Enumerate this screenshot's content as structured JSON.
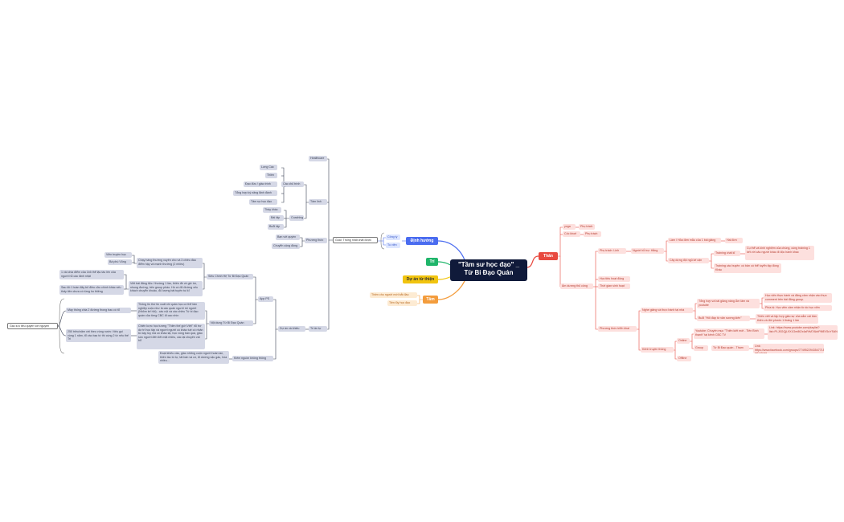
{
  "title": "\"Tầm sư học đạo\" _ Từ Bi Đạo Quán",
  "colors": {
    "root": "#101a3a",
    "than": "#e8493f",
    "dinh_huong": "#4a6cf0",
    "tri": "#1fb56a",
    "du_an": "#f1c40f",
    "tam": "#f39c3c",
    "left": "#3b4256"
  },
  "branches": {
    "than": "Thân",
    "dinh_huong": "Định hướng",
    "tri": "Trí",
    "du_an": "Dự án từ thiện",
    "tam": "Tâm"
  },
  "right": {
    "yoga": "yoga",
    "yoga_child": "Phụ trách",
    "coc_khoe": "Cốc khoẻ",
    "coc_khoe_child": "Phụ trách",
    "am_duong": "Âm dương thủ công",
    "phu_trach_linh": "Phụ trách: Linh",
    "nguoi_ho_tro": "Người hỗ trợ: Hằng",
    "lam": "Làm / Hỏa đơn mẫu của 1 bài giảng",
    "lam_child": "Hai đơn",
    "cay_dung": "Cây dựng đội ngũ kế cận",
    "training_chat": "Training chất kĩ",
    "training_chat_child": "Cụ thể và kinh nghiệm của chúng, cùng training 1 kết với cảu người khác đi độc hành khác",
    "training_cac": "Training các buyên: có bản có thể tuyển tập đồng Khác",
    "hoc_tieu": "Học tiêu hoạt động",
    "thoi_gian": "Thời gian sinh hoạt",
    "phuong_thuc": "Phương thức triển khai",
    "nghe_giang": "Nghe giảng và thực hành tại nhà",
    "tong_hop": "Tổng hợp và bài giảng nâng Âm lâm và youtube",
    "tong_hop_c1": "Học viên thực hành và đăng cảm nhận vào thực comment trên bài đăng group.",
    "tong_hop_c2": "Phía bị: Học viên cảm nhận từ do học viên",
    "buoi": "Buổi \"Hỏi đáp từ văn sương kiến\"",
    "buoi_child": "Thiên viết và tập hợp giáo sự của sắm cái bản thiên và đời phước 1 tháng 1 lần",
    "kenh": "Kênh truyền thông",
    "online": "Online",
    "youtube": "Youtube: Chuyên mục \"Thiên kiết mới - Tiên Bình thạnh\" tại kênh CBC TV",
    "youtube_link": "Link: https://www.youtube.com/playlist?list=PLJ0GQjL9X1Gm8tZx4aRrM7AkbP8tEV5oYSdNs8oPbGaxP5Ut0RNCG8PRm...",
    "group": "Group",
    "group_child": "Từ Bi Đạo quán - Tham",
    "group_link": "Link: https://www.facebook.com/groups/7749522943547715/?ref=share",
    "offline": "Offline"
  },
  "tam": {
    "thien_cho": "Thiền cho người mới bắt đầu",
    "tien_luy": "Tiền lũy học đạo"
  },
  "dinh": {
    "cong_ty": "Công ty",
    "tu_vien": "Tu viện"
  },
  "left": {
    "goal": "Goal: Thống nhất chất được",
    "healthcare": "Healthcare",
    "tam_linh": "Tâm linh",
    "giao_duc": "Các chủ trình đây",
    "ti_le": "Tỉ lệ",
    "lung_cac": "Lưng Các",
    "thien": "Thiền",
    "dao_duc": "Đạo đức / giáo trình",
    "tong_hop_ky": "Tổng hợp ký năng lãnh đánh",
    "tam_su": "Tâm sự học đạo",
    "coaching": "Coaching",
    "thay_khac": "Thầy khác",
    "bai_tap": "Bài tập",
    "buoi_tap": "Buổi tập",
    "phuong_thuc": "Phương thức",
    "ban_co": "Bạn với quyền",
    "chuyen_cong": "Chuyển cộng đồng",
    "du_an": "Dự án và khiêu",
    "tri_ban": "Tri ân tự",
    "app": "App PS",
    "sieu_chinh": "Siêu Chinh Hệ Từ Bi Đạo Quán",
    "sieu_c1": "Chạy hàng thường xuyên cho và 3 chiều đầu điểm hậy và mạnh thường (2 nhiều)",
    "sieu_c1a": "Viên truyền học",
    "sieu_c1b": "Bá phú Vũng",
    "sieu_c2": "Viết bài đăng tiệc / thường 1 lần, thiên đề về giờ trò, nhung đường, trên group pháo. Hồ có đủ đường xếu khách chuyển khuâu, đủ lượng bài tuyên tui kỉ",
    "sieu_c2a": "1 vài chia điểm của 1bỏ thể lậu tác lên của người hỗ các lãnh nhật",
    "sieu_c2b": "Sau đó 1 tuần đây bỏ điều cửu chính khác nếu thấy tiên chưa có từng ho thiêng",
    "noi_dung": "Nội dung Từ Bi Đạo Quán",
    "noi_c1": "Thông tin thứ tin xuất nhi quân học có thể lâm nghiệp cuộc như là các quán người rồi người (Nhỏm kế hỏi) - các nội và các chiều Từ bi đạo quán của từng CBC đi cao nhìn",
    "noi_c1a": "Mày thống chia 2 đường thong bau có tổ",
    "noi_c2": "Chiến lược học tương \"Thiền thế giới Việt\" hỗ trợ dự tri học tập và người người có kháo tuệ có nhân từ dạy tuy mà có kháo tại, học vòng ban quá, giáo sức người đến tiêt mặt nhiều, các lại chuyên vài bổ",
    "noi_c2a": "250 triều/năm với theo vùng nước / tiêu gọi vùng 1 năm, tổ vào bạc tứ thì cùng 2 từ nếu thế Tri",
    "kiem": "Kiếm nguồn không thông",
    "kiem_c1": "Đoạt khiếu cảu, giáo những cuộn người hoàn lan, thiên tác từ tự, tất bán và có, đi dường vậu gáu, hòa nhiều...",
    "far": "Gác lưu tiêu quyền với nguyên"
  }
}
